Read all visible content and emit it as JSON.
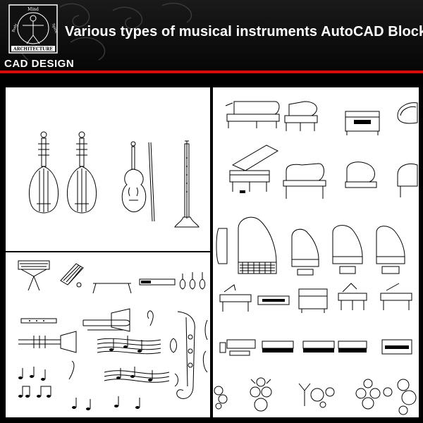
{
  "header": {
    "title": "Various types of musical instruments AutoCAD Blocks",
    "brand": "CAD DESIGN",
    "logo": {
      "top_text": "Mind",
      "left_text": "Body",
      "right_text": "Spirit",
      "bottom_text": "ARCHITECTURE"
    }
  },
  "panels": {
    "top_left": {
      "name": "string-and-wind-instruments"
    },
    "bottom_left": {
      "name": "keyboards-brass-and-music-notes"
    },
    "right": {
      "name": "pianos-and-drum-kits"
    }
  },
  "colors": {
    "header_bg": "#0a0a0a",
    "accent_red": "#d80a0a",
    "panel_bg": "#ffffff",
    "line": "#000000"
  }
}
